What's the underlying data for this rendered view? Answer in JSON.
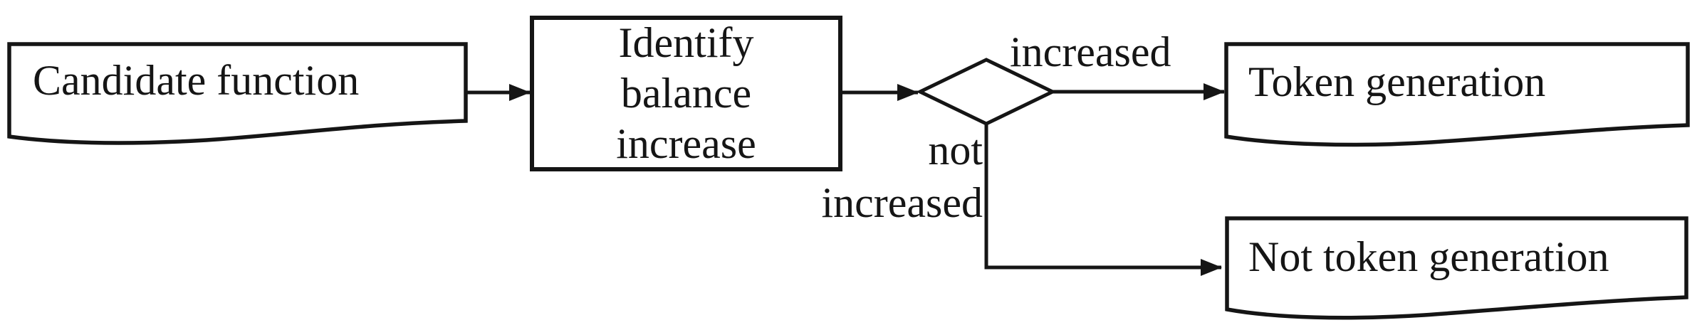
{
  "diagram": {
    "type": "flowchart",
    "background_color": "#ffffff",
    "line_color": "#151515",
    "nodes": {
      "candidate": {
        "shape": "document",
        "label": "Candidate function"
      },
      "identify": {
        "shape": "process",
        "label": "Identify balance increase",
        "line1": "Identify",
        "line2": "balance",
        "line3": "increase"
      },
      "decision": {
        "shape": "diamond",
        "label": ""
      },
      "token": {
        "shape": "document",
        "label": "Token generation"
      },
      "not_token": {
        "shape": "document",
        "label": "Not token generation"
      }
    },
    "edges": {
      "candidate_to_identify": {
        "from": "candidate",
        "to": "identify",
        "label": ""
      },
      "identify_to_decision": {
        "from": "identify",
        "to": "decision",
        "label": ""
      },
      "decision_to_token": {
        "from": "decision",
        "to": "token",
        "label": "increased"
      },
      "decision_to_not_token": {
        "from": "decision",
        "to": "not_token",
        "label": "not increased",
        "label_line1": "not",
        "label_line2": "increased"
      }
    }
  }
}
